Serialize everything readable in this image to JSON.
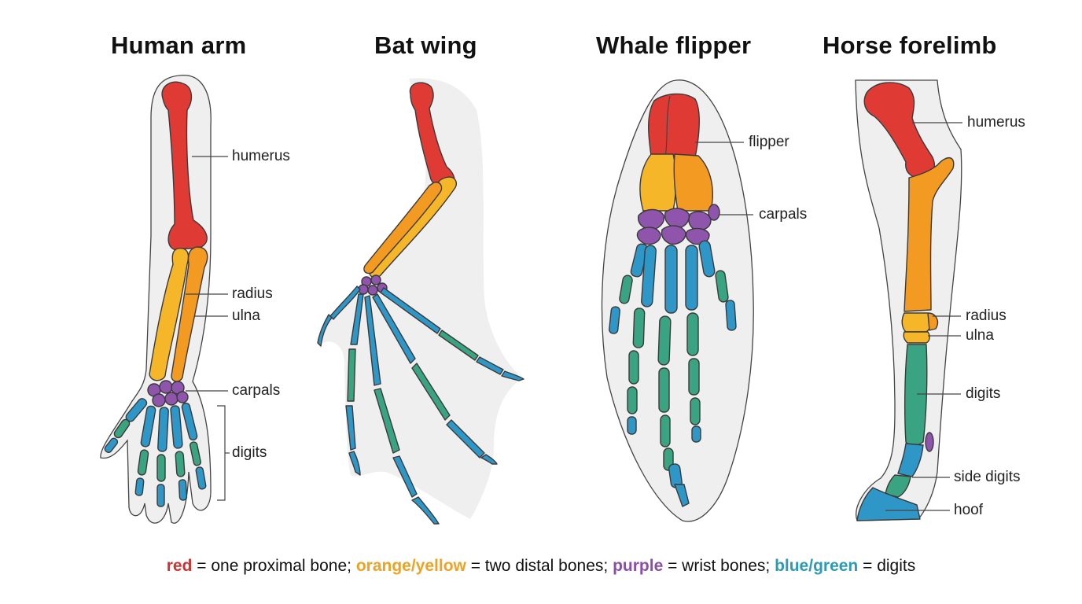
{
  "titles": {
    "human": "Human arm",
    "bat": "Bat wing",
    "whale": "Whale flipper",
    "horse": "Horse forelimb"
  },
  "labels": {
    "human": {
      "humerus": "humerus",
      "radius": "radius",
      "ulna": "ulna",
      "carpals": "carpals",
      "digits": "digits"
    },
    "whale": {
      "flipper": "flipper",
      "carpals": "carpals"
    },
    "horse": {
      "humerus": "humerus",
      "radius": "radius",
      "ulna": "ulna",
      "digits": "digits",
      "side_digits": "side digits",
      "hoof": "hoof"
    }
  },
  "legend": {
    "red_key": "red",
    "red_text": " = one proximal bone; ",
    "orange_key": "orange/yellow",
    "orange_text": " = two distal bones; ",
    "purple_key": "purple",
    "purple_text": " = wrist bones; ",
    "blue_key": "blue/green",
    "blue_text": " = digits"
  },
  "colors": {
    "proximal_bone": "#e03a35",
    "distal_bone_a": "#f6b62a",
    "distal_bone_b": "#f39a22",
    "wrist_bones": "#8f55ad",
    "digits_blue": "#2f97c7",
    "digits_green": "#3aa382",
    "skin": "#efefef",
    "outline": "#444444"
  }
}
